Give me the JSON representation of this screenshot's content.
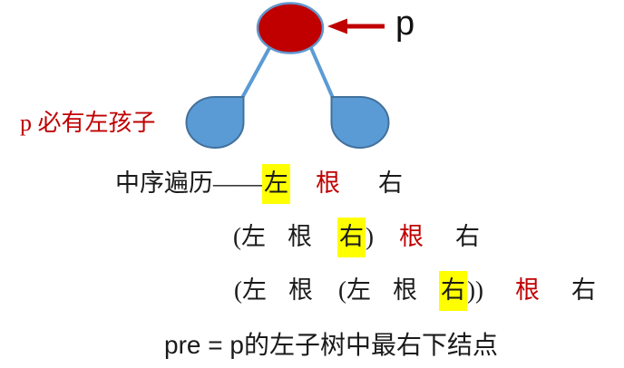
{
  "colors": {
    "node_fill_red": "#C00000",
    "node_stroke_blue": "#6296CE",
    "subtree_fill_blue": "#5B9BD5",
    "subtree_stroke_blue": "#41719C",
    "arrow_red": "#C00000",
    "highlight_yellow": "#FFFF00",
    "accent_text_red": "#C00000"
  },
  "diagram": {
    "pointer_label": "p",
    "caption": "p 必有左孩子"
  },
  "traversal": {
    "line1": {
      "segments": [
        {
          "text": "中序遍历——",
          "style": "plain"
        },
        {
          "text": "左",
          "style": "highlight"
        },
        {
          "text": "根",
          "style": "red"
        },
        {
          "text": "右",
          "style": "plain"
        }
      ]
    },
    "line2": {
      "segments": [
        {
          "text": "(左",
          "style": "plain"
        },
        {
          "text": "根",
          "style": "plain"
        },
        {
          "text": "右",
          "style": "highlight"
        },
        {
          "text": ")",
          "style": "plain"
        },
        {
          "text": "根",
          "style": "red"
        },
        {
          "text": "右",
          "style": "plain"
        }
      ]
    },
    "line3": {
      "segments": [
        {
          "text": "(左",
          "style": "plain"
        },
        {
          "text": "根",
          "style": "plain"
        },
        {
          "text": "(左",
          "style": "plain"
        },
        {
          "text": "根",
          "style": "plain"
        },
        {
          "text": "右",
          "style": "highlight"
        },
        {
          "text": "))",
          "style": "plain"
        },
        {
          "text": "根",
          "style": "red"
        },
        {
          "text": "右",
          "style": "plain"
        }
      ]
    }
  },
  "footer": "pre = p的左子树中最右下结点"
}
